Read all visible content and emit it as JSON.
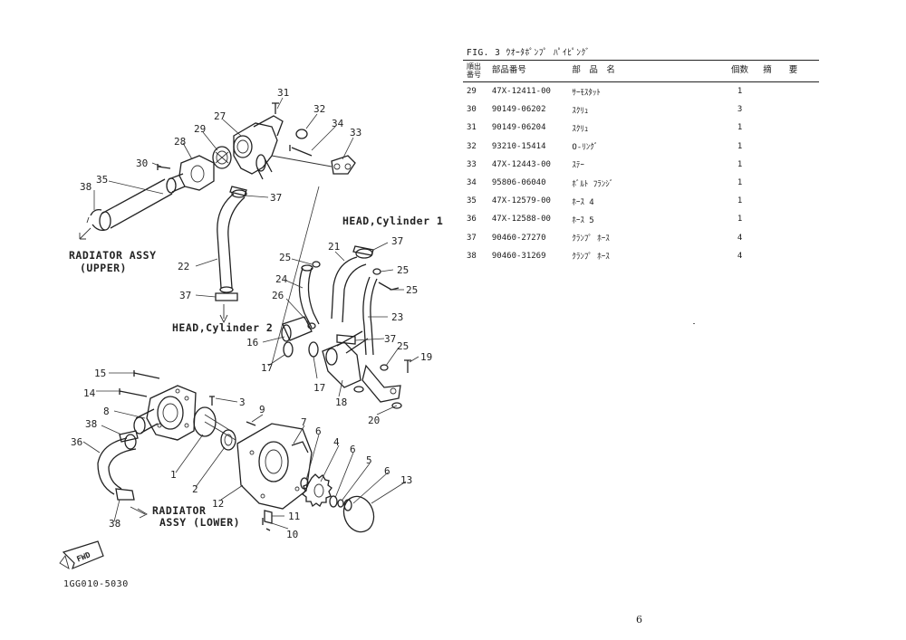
{
  "figure": {
    "title": "FIG.  3  ｳｵｰﾀﾎﾟﾝﾌﾟ ﾊﾟｲﾋﾟﾝｸﾞ",
    "code": "1GG010-5030",
    "fwd_label": "FWD",
    "labels": {
      "radiator_upper_1": "RADIATOR ASSY",
      "radiator_upper_2": "(UPPER)",
      "head_cyl1": "HEAD,Cylinder 1",
      "head_cyl2": "HEAD,Cylinder 2",
      "radiator_lower_1": "RADIATOR",
      "radiator_lower_2": "ASSY (LOWER)"
    },
    "callouts": [
      "31",
      "32",
      "34",
      "33",
      "27",
      "29",
      "28",
      "30",
      "38",
      "35",
      "37",
      "22",
      "37",
      "21",
      "37",
      "25",
      "24",
      "25",
      "26",
      "25",
      "23",
      "16",
      "37",
      "25",
      "19",
      "17",
      "17",
      "18",
      "20",
      "15",
      "14",
      "3",
      "8",
      "9",
      "38",
      "36",
      "7",
      "1",
      "2",
      "6",
      "4",
      "6",
      "5",
      "6",
      "13",
      "12",
      "11",
      "10",
      "38"
    ]
  },
  "table": {
    "headers": {
      "no": "番号",
      "no_above": "順出",
      "part_number": "部品番号",
      "description": "部　品　名",
      "qty": "個数",
      "remarks": "摘　　要"
    },
    "rows": [
      {
        "no": "29",
        "part_number": "47X-12411-00",
        "description": "ｻｰﾓｽﾀｯﾄ",
        "qty": "1"
      },
      {
        "no": "30",
        "part_number": "90149-06202",
        "description": "ｽｸﾘｭ",
        "qty": "3"
      },
      {
        "no": "31",
        "part_number": "90149-06204",
        "description": "ｽｸﾘｭ",
        "qty": "1"
      },
      {
        "no": "32",
        "part_number": "93210-15414",
        "description": "O-ﾘﾝｸﾞ",
        "qty": "1"
      },
      {
        "no": "33",
        "part_number": "47X-12443-00",
        "description": "ｽﾃｰ",
        "qty": "1"
      },
      {
        "no": "34",
        "part_number": "95806-06040",
        "description": "ﾎﾞﾙﾄ ﾌﾗﾝｼﾞ",
        "qty": "1"
      },
      {
        "no": "35",
        "part_number": "47X-12579-00",
        "description": "ﾎｰｽ 4",
        "qty": "1"
      },
      {
        "no": "36",
        "part_number": "47X-12588-00",
        "description": "ﾎｰｽ 5",
        "qty": "1"
      },
      {
        "no": "37",
        "part_number": "90460-27270",
        "description": "ｸﾗﾝﾌﾟ ﾎｰｽ",
        "qty": "4"
      },
      {
        "no": "38",
        "part_number": "90460-31269",
        "description": "ｸﾗﾝﾌﾟ ﾎｰｽ",
        "qty": "4"
      }
    ]
  },
  "page_number": "6"
}
